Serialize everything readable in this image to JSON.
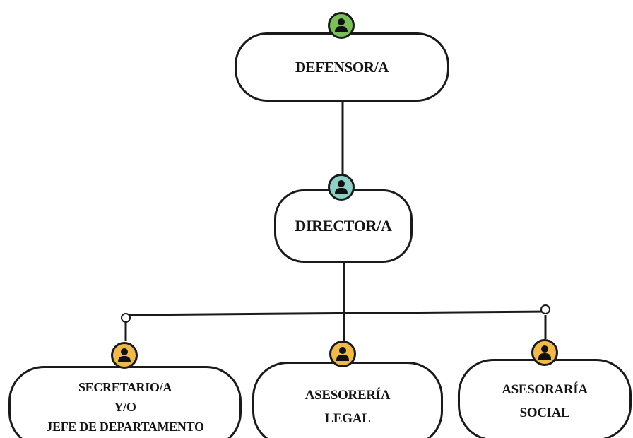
{
  "org_chart": {
    "defensor": {
      "label": "DEFENSOR/A",
      "badge_color": "#7bbf5a"
    },
    "director": {
      "label": "DIRECTOR/A",
      "badge_color": "#8fd0c6"
    },
    "secretario": {
      "lines": [
        "SECRETARIO/A",
        "Y/O",
        "JEFE DE DEPARTAMENTO"
      ],
      "badge_color": "#f0b94a"
    },
    "asesoria_legal": {
      "lines": [
        "ASESORERÍA",
        "LEGAL"
      ],
      "badge_color": "#f0b94a"
    },
    "asesoria_social": {
      "lines": [
        "ASESORARÍA",
        "SOCIAL"
      ],
      "badge_color": "#f0b94a"
    },
    "icon": "person-icon",
    "line_color": "#1a1a1a"
  }
}
